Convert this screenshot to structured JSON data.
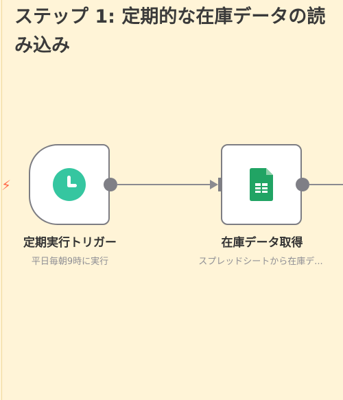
{
  "sticky": {
    "title": "ステップ 1: 定期的な在庫データの読み込み"
  },
  "nodes": [
    {
      "label": "定期実行トリガー",
      "subtitle": "平日毎朝9時に実行",
      "icon": "clock-icon",
      "color": "#35c6a0"
    },
    {
      "label": "在庫データ取得",
      "subtitle": "スプレッドシートから在庫デ...",
      "icon": "google-sheets-icon",
      "color": "#21a464"
    }
  ],
  "trigger_indicator": {
    "icon": "lightning-bolt-icon",
    "color": "#ff6b4a"
  }
}
